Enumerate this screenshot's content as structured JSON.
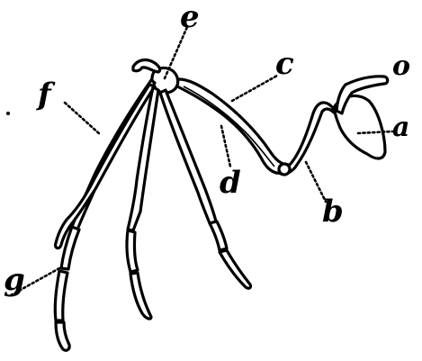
{
  "labels": {
    "a": "a",
    "b": "b",
    "c": "c",
    "d": "d",
    "e": "e",
    "f": "f",
    "g": "g",
    "o": "o"
  }
}
